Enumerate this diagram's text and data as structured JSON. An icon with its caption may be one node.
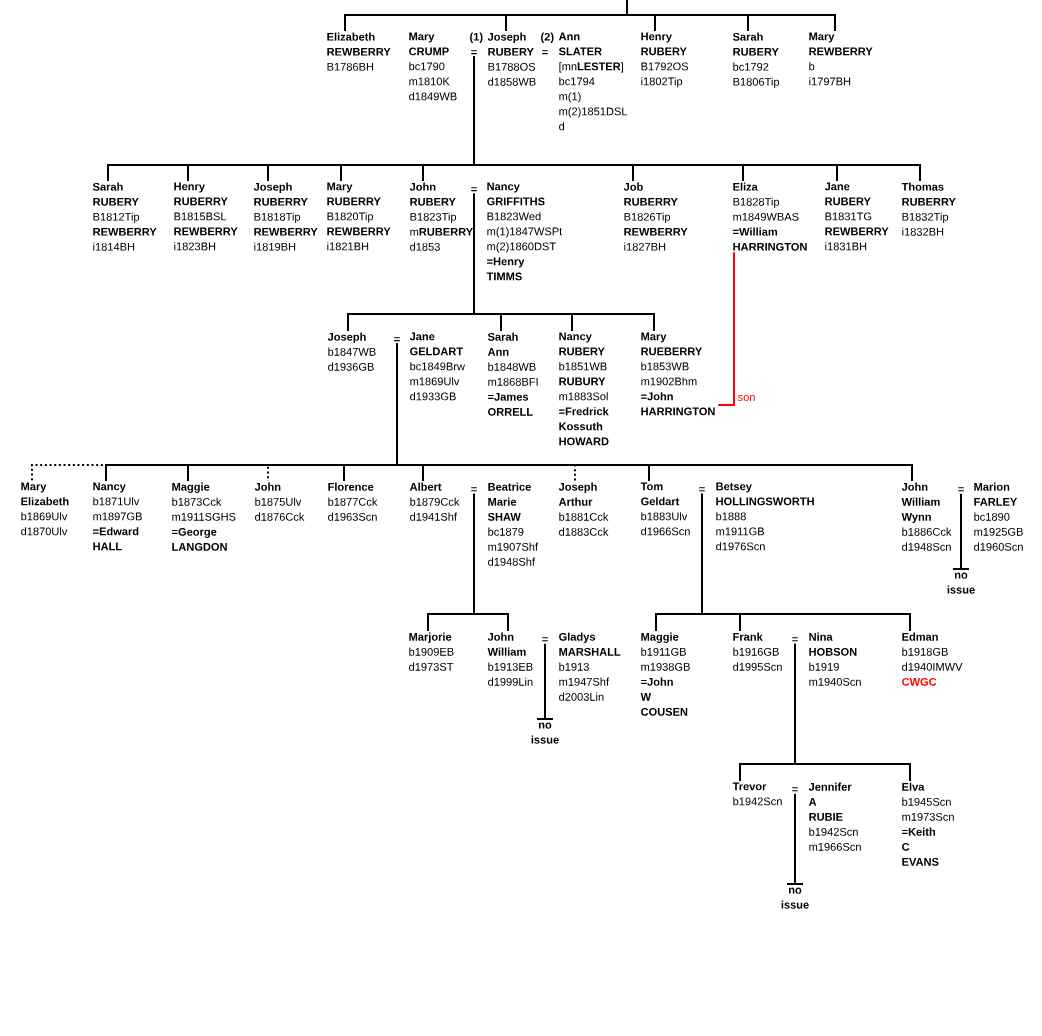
{
  "diagram": {
    "nodes": [
      {
        "text": [
          "**Elizabeth REWBERRY** B1786BH"
        ]
      },
      {
        "text": [
          "**Mary CRUMP** bc1790 m1810K d1849WB"
        ]
      },
      {
        "text": [
          "="
        ]
      },
      {
        "text": [
          "**Joseph RUBERY** B1788OS d1858WB"
        ],
        "beside": [
          "(1)"
        ]
      },
      {
        "text": [
          "**Ann SLATER** [mn**LESTER**] bc1794 m(1) m(2)1851DSL d"
        ],
        "beside": [
          "(2)"
        ]
      },
      {
        "text": [
          "**Henry RUBERY** B1792OS i1802Tip"
        ]
      },
      {
        "text": [
          "**Sarah RUBERY** bc1792 B1806Tip"
        ]
      },
      {
        "text": [
          "**Mary REWBERRY** b i1797BH"
        ]
      },
      {
        "text": [
          "**Sarah RUBERY** B1812Tip **REWBERRY** i1814BH"
        ]
      },
      {
        "text": [
          "**Henry RUBERRY** B1815BSL **REWBERRY** i1823BH"
        ]
      },
      {
        "text": [
          "**Joseph RUBERRY** B1818Tip **REWBERRY** i1819BH"
        ]
      },
      {
        "text": [
          "**Mary RUBERRY** B1820Tip **REWBERRY** i1821BH"
        ]
      },
      {
        "text": [
          "**John RUBERY** B1823Tip m**RUBERRY** d1853"
        ]
      },
      {
        "text": [
          "="
        ]
      },
      {
        "text": [
          "**Nancy GRIFFITHS** B1823Wed m(1)1847WSPt m(2)1860DST **=Henry TIMMS**"
        ]
      },
      {
        "text": [
          "**Job RUBERRY** B1826Tip **REWBERRY** i1827BH"
        ]
      },
      {
        "text": [
          "**Eliza** B1828Tip m1849WBAS **=William HARRINGTON**"
        ]
      },
      {
        "text": [
          "**Jane RUBERY** B1831TG **REWBERRY** i1831BH"
        ]
      },
      {
        "text": [
          "**Thomas RUBERRY** B1832Tip i1832BH"
        ]
      },
      {
        "text": [
          "**Joseph** b1847WB d1936GB"
        ]
      },
      {
        "text": [
          "="
        ]
      },
      {
        "text": [
          "**Jane GELDART** bc1849Brw m1869Ulv d1933GB"
        ]
      },
      {
        "text": [
          "**Sarah Ann** b1848WB m1868BFI **=James ORRELL**"
        ]
      },
      {
        "text": [
          "**Nancy RUBERY** b1851WB **RUBURY** m1883Sol **=Fredrick Kossuth HOWARD**"
        ]
      },
      {
        "text": [
          "**Mary RUEBERRY** b1853WB m1902Bhm **=John HARRINGTON**"
        ]
      },
      {
        "text": [
          "**Mary Elizabeth** b1869Ulv d1870Ulv"
        ]
      },
      {
        "text": [
          "**Nancy** b1871Ulv m1897GB **=Edward HALL**"
        ]
      },
      {
        "text": [
          "**Maggie** b1873Cck m1911SGHS **=George LANGDON**"
        ]
      },
      {
        "text": [
          "**John** b1875Ulv d1876Cck"
        ]
      },
      {
        "text": [
          "**Florence** b1877Cck d1963Scn"
        ]
      },
      {
        "text": [
          "**Albert** b1879Cck d1941Shf"
        ]
      },
      {
        "text": [
          "="
        ]
      },
      {
        "text": [
          "**Beatrice Marie SHAW** bc1879 m1907Shf d1948Shf"
        ]
      },
      {
        "text": [
          "**Joseph Arthur** b1881Cck d1883Cck"
        ]
      },
      {
        "text": [
          "**Tom Geldart** b1883Ulv d1966Scn"
        ]
      },
      {
        "text": [
          "="
        ]
      },
      {
        "text": [
          "**Betsey HOLLINGSWORTH** b1888 m1911GB d1976Scn"
        ]
      },
      {
        "text": [
          "**John William Wynn** b1886Cck d1948Scn"
        ]
      },
      {
        "text": [
          "="
        ]
      },
      {
        "text": [
          "**Marion FARLEY** bc1890 m1925GB d1960Scn"
        ]
      },
      {
        "text": [
          "no issue"
        ]
      },
      {
        "text": [
          "**Marjorie** b1909EB d1973ST"
        ]
      },
      {
        "text": [
          "**John William** b1913EB d1999Lin"
        ]
      },
      {
        "text": [
          "="
        ]
      },
      {
        "text": [
          "**Gladys MARSHALL** b1913 m1947Shf d2003Lin"
        ]
      },
      {
        "text": [
          "no issue"
        ]
      },
      {
        "text": [
          "**Maggie** b1911GB m1938GB **=John W COUSEN**"
        ]
      },
      {
        "text": [
          "**Frank** b1916GB d1995Scn"
        ]
      },
      {
        "text": [
          "="
        ]
      },
      {
        "text": [
          "**Nina HOBSON** b1919 m1940Scn"
        ]
      },
      {
        "text": [
          "**Edman** b1918GB d1940IMWV",
          "CWGC"
        ]
      },
      {
        "text": [
          "**Trevor** b1942Scn"
        ]
      },
      {
        "text": [
          "="
        ]
      },
      {
        "text": [
          "**Jennifer A RUBIE** b1942Scn m1966Scn"
        ]
      },
      {
        "text": [
          "no issue"
        ]
      },
      {
        "text": [
          "**Elva** b1945Scn m1973Scn **=Keith C EVANS**"
        ]
      }
    ],
    "edges": [
      {
        "from": null,
        "to": 0,
        "arrow": "none"
      },
      {
        "from": null,
        "to": 3,
        "arrow": "none"
      },
      {
        "from": null,
        "to": 5,
        "arrow": "none"
      },
      {
        "from": null,
        "to": 6,
        "arrow": "none"
      },
      {
        "from": null,
        "to": 7,
        "arrow": "none"
      },
      {
        "from": 2,
        "to": 8,
        "arrow": "none"
      },
      {
        "from": 2,
        "to": 9,
        "arrow": "none"
      },
      {
        "from": 2,
        "to": 10,
        "arrow": "none"
      },
      {
        "from": 2,
        "to": 11,
        "arrow": "none"
      },
      {
        "from": 2,
        "to": 12,
        "arrow": "none"
      },
      {
        "from": 2,
        "to": 15,
        "arrow": "none"
      },
      {
        "from": 2,
        "to": 16,
        "arrow": "none"
      },
      {
        "from": 2,
        "to": 17,
        "arrow": "none"
      },
      {
        "from": 2,
        "to": 18,
        "arrow": "none"
      },
      {
        "from": 13,
        "to": 19,
        "arrow": "none"
      },
      {
        "from": 13,
        "to": 22,
        "arrow": "none"
      },
      {
        "from": 13,
        "to": 23,
        "arrow": "none"
      },
      {
        "from": 13,
        "to": 24,
        "arrow": "none"
      },
      {
        "from": 20,
        "to": 25,
        "arrow": "none",
        "style": "dashed"
      },
      {
        "from": 20,
        "to": 26,
        "arrow": "none"
      },
      {
        "from": 20,
        "to": 27,
        "arrow": "none"
      },
      {
        "from": 20,
        "to": 28,
        "arrow": "none",
        "style": "dashed"
      },
      {
        "from": 20,
        "to": 29,
        "arrow": "none"
      },
      {
        "from": 20,
        "to": 30,
        "arrow": "none"
      },
      {
        "from": 20,
        "to": 33,
        "arrow": "none",
        "style": "dashed"
      },
      {
        "from": 20,
        "to": 34,
        "arrow": "none"
      },
      {
        "from": 20,
        "to": 37,
        "arrow": "none"
      },
      {
        "from": 38,
        "to": 40,
        "arrow": "none"
      },
      {
        "from": 31,
        "to": 41,
        "arrow": "none"
      },
      {
        "from": 31,
        "to": 42,
        "arrow": "none"
      },
      {
        "from": 43,
        "to": 45,
        "arrow": "none"
      },
      {
        "from": 35,
        "to": 46,
        "arrow": "none"
      },
      {
        "from": 35,
        "to": 47,
        "arrow": "none"
      },
      {
        "from": 35,
        "to": 50,
        "arrow": "none"
      },
      {
        "from": 48,
        "to": 51,
        "arrow": "none"
      },
      {
        "from": 48,
        "to": 55,
        "arrow": "none"
      },
      {
        "from": 52,
        "to": 54,
        "arrow": "none"
      },
      {
        "from": 16,
        "to": 24,
        "arrow": "none",
        "label": "son",
        "color": "#ff0000"
      }
    ],
    "labels": [
      "="
    ]
  }
}
